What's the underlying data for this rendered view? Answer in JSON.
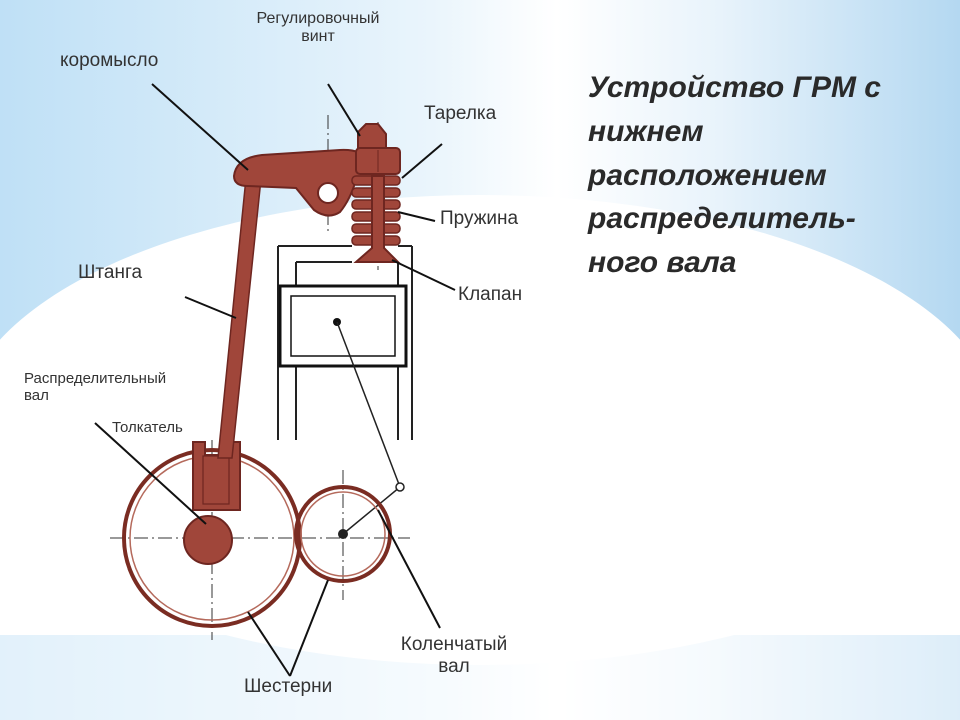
{
  "title": "Устройство ГРМ   с\nнижнем\nрасположением\nраспределитель-\nного вала",
  "labels": {
    "rocker": "коромысло",
    "adjust_screw_line1": "Регулировочный",
    "adjust_screw_line2": "винт",
    "plate": "Тарелка",
    "spring": "Пружина",
    "valve": "Клапан",
    "pushrod": "Штанга",
    "camshaft_line1": "Распределительный",
    "camshaft_line2": "вал",
    "tappet": "Толкатель",
    "crankshaft_line1": "Коленчатый",
    "crankshaft_line2": "вал",
    "gears": "Шестерни"
  },
  "colors": {
    "part_fill": "#a0463a",
    "part_stroke": "#6e2620",
    "gear_stroke": "#7a2c22",
    "leader": "#111111",
    "blueprint": "#222222"
  }
}
